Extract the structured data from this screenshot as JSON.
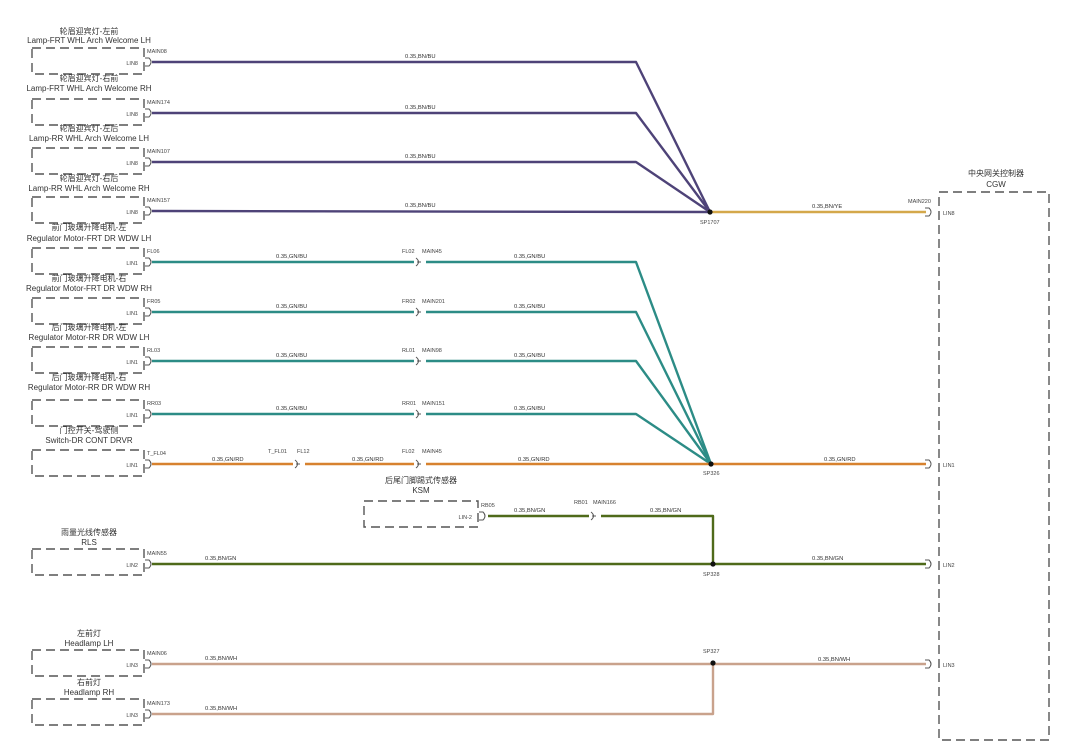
{
  "colors": {
    "BN/BU": "#4e4378",
    "BN/YE": "#d4a84a",
    "GN/BU": "#2c8c86",
    "GN/RD": "#d7822f",
    "BN/GN": "#4f6a1a",
    "BN/WH": "#c9a28c",
    "splice_dot": "#111111",
    "splice_label": "#3c8c3c"
  },
  "components": [
    {
      "cn": "轮眉迎宾灯-左前",
      "en": "Lamp-FRT WHL Arch Welcome LH",
      "conn": "MAIN08",
      "pin": "LIN8",
      "wire": "0.35,BN/BU",
      "color": "BN/BU"
    },
    {
      "cn": "轮眉迎宾灯-右前",
      "en": "Lamp-FRT WHL Arch Welcome RH",
      "conn": "MAIN174",
      "pin": "LIN8",
      "wire": "0.35,BN/BU",
      "color": "BN/BU"
    },
    {
      "cn": "轮眉迎宾灯-左后",
      "en": "Lamp-RR WHL Arch Welcome LH",
      "conn": "MAIN107",
      "pin": "LIN8",
      "wire": "0.35,BN/BU",
      "color": "BN/BU"
    },
    {
      "cn": "轮眉迎宾灯-右后",
      "en": "Lamp-RR WHL Arch Welcome RH",
      "conn": "MAIN157",
      "pin": "LIN8",
      "wire": "0.35,BN/BU",
      "color": "BN/BU"
    },
    {
      "cn": "前门玻璃升降电机-左",
      "en": "Regulator Motor-FRT DR WDW LH",
      "conn": "FL06",
      "pin": "LIN1",
      "wire": "0.35,GN/BU",
      "inline_a": "FL02",
      "inline_b": "MAIN45",
      "wire2": "0.35,GN/BU",
      "color": "GN/BU"
    },
    {
      "cn": "前门玻璃升降电机-右",
      "en": "Regulator Motor-FRT DR WDW RH",
      "conn": "FR05",
      "pin": "LIN1",
      "wire": "0.35,GN/BU",
      "inline_a": "FR02",
      "inline_b": "MAIN201",
      "wire2": "0.35,GN/BU",
      "color": "GN/BU"
    },
    {
      "cn": "后门玻璃升降电机-左",
      "en": "Regulator Motor-RR DR WDW LH",
      "conn": "RL03",
      "pin": "LIN1",
      "wire": "0.35,GN/BU",
      "inline_a": "RL01",
      "inline_b": "MAIN98",
      "wire2": "0.35,GN/BU",
      "color": "GN/BU"
    },
    {
      "cn": "后门玻璃升降电机-右",
      "en": "Regulator Motor-RR DR WDW RH",
      "conn": "RR03",
      "pin": "LIN1",
      "wire": "0.35,GN/BU",
      "inline_a": "RR01",
      "inline_b": "MAIN151",
      "wire2": "0.35,GN/BU",
      "color": "GN/BU"
    },
    {
      "cn": "门控开关-驾驶侧",
      "en": "Switch-DR CONT DRVR",
      "conn": "T_FL04",
      "pin": "LIN1",
      "wire": "0.35,GN/RD",
      "inline_c": "T_FL01",
      "inline_d": "FL12",
      "wire_mid": "0.35,GN/RD",
      "inline_a": "FL02",
      "inline_b": "MAIN45",
      "wire2": "0.35,GN/RD",
      "color": "GN/RD"
    },
    {
      "cn": "后尾门脚踢式传感器",
      "en": "KSM",
      "conn": "RB05",
      "pin": "LIN-2",
      "wire": "0.35,BN/GN",
      "inline_a": "RB01",
      "inline_b": "MAIN166",
      "wire2": "0.35,BN/GN",
      "color": "BN/GN"
    },
    {
      "cn": "雨量光线传感器",
      "en": "RLS",
      "conn": "MAIN55",
      "pin": "LIN2",
      "wire": "0.35,BN/GN",
      "color": "BN/GN"
    },
    {
      "cn": "左前灯",
      "en": "Headlamp LH",
      "conn": "MAIN06",
      "pin": "LIN3",
      "wire": "0.35,BN/WH",
      "color": "BN/WH"
    },
    {
      "cn": "右前灯",
      "en": "Headlamp RH",
      "conn": "MAIN173",
      "pin": "LIN3",
      "wire": "0.35,BN/WH",
      "color": "BN/WH"
    }
  ],
  "splices": [
    {
      "id": "SP1707",
      "out_wire": "0.35,BN/YE",
      "out_color": "BN/YE",
      "target_pin": "LIN8",
      "target_conn": "MAIN220"
    },
    {
      "id": "SP326",
      "out_wire": "0.35,GN/RD",
      "out_color": "GN/RD",
      "target_pin": "LIN1"
    },
    {
      "id": "SP328",
      "out_wire": "0.35,BN/GN",
      "out_color": "BN/GN",
      "target_pin": "LIN2"
    },
    {
      "id": "SP327",
      "out_wire": "0.35,BN/WH",
      "out_color": "BN/WH",
      "target_pin": "LIN3"
    }
  ],
  "module": {
    "cn": "中央网关控制器",
    "en": "CGW"
  }
}
